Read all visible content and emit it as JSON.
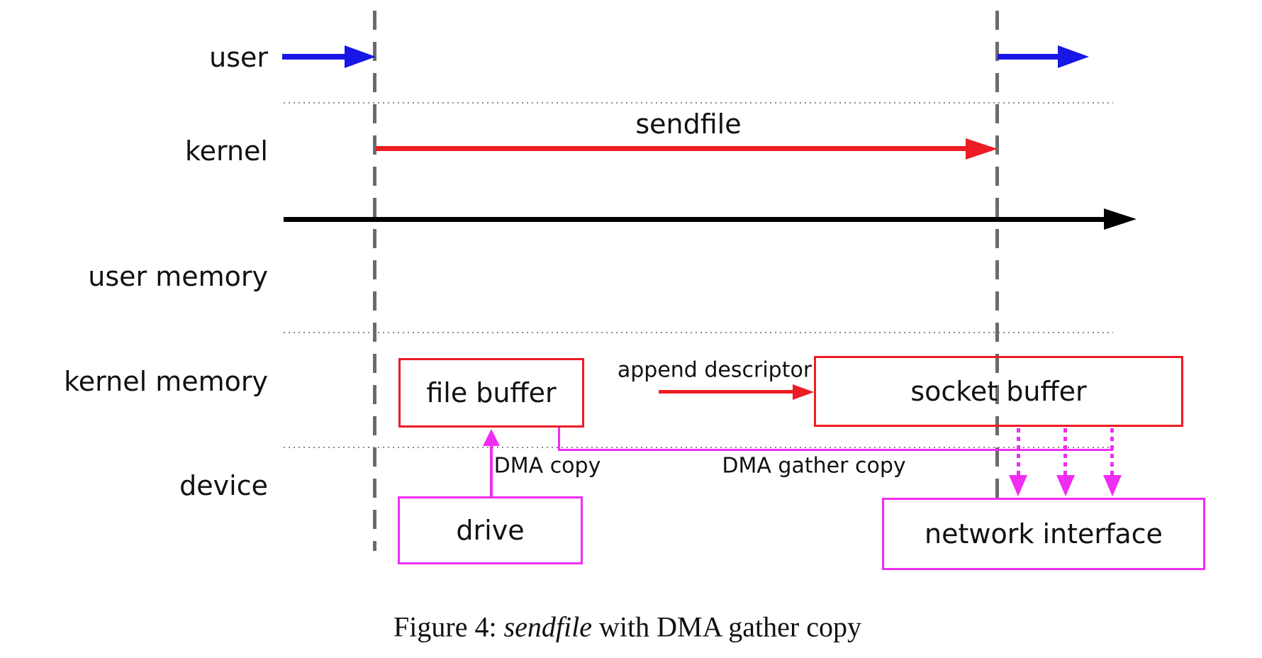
{
  "labels": {
    "user": "user",
    "kernel": "kernel",
    "user_memory": "user memory",
    "kernel_memory": "kernel memory",
    "device": "device",
    "sendfile": "sendfile",
    "append_descriptor": "append descriptor",
    "dma_copy": "DMA copy",
    "dma_gather_copy": "DMA gather copy"
  },
  "boxes": {
    "file_buffer": "file buffer",
    "socket_buffer": "socket buffer",
    "drive": "drive",
    "network_interface": "network interface"
  },
  "caption": {
    "prefix": "Figure 4: ",
    "italic": "sendfile",
    "suffix": " with DMA gather copy"
  },
  "colors": {
    "blue": "#1717e8",
    "red": "#ed1c24",
    "magenta": "#f02df2",
    "dash_gray": "#6b6b6b",
    "dot_gray": "#8a8a8a",
    "black": "#000000"
  }
}
